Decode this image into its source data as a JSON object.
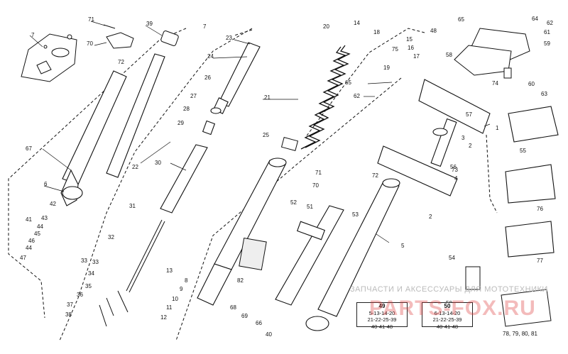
{
  "labels": [
    "1",
    "2",
    "2",
    "3",
    "4",
    "5",
    "6",
    "7",
    "7",
    "8",
    "9",
    "10",
    "11",
    "12",
    "13",
    "14",
    "15",
    "16",
    "17",
    "18",
    "19",
    "20",
    "21",
    "22",
    "23",
    "24",
    "25",
    "26",
    "27",
    "28",
    "29",
    "30",
    "31",
    "32",
    "33",
    "33",
    "34",
    "35",
    "36",
    "37",
    "38",
    "39",
    "40",
    "41",
    "42",
    "43",
    "44",
    "44",
    "45",
    "46",
    "47",
    "48",
    "50",
    "51",
    "52",
    "53",
    "54",
    "55",
    "56",
    "57",
    "58",
    "59",
    "60",
    "61",
    "62",
    "62",
    "63",
    "64",
    "65",
    "65",
    "66",
    "67",
    "68",
    "69",
    "70",
    "70",
    "71",
    "71",
    "72",
    "72",
    "73",
    "74",
    "75",
    "76",
    "77",
    "82",
    "78, 79, 80, 81"
  ],
  "kit_boxes": [
    {
      "head": "49",
      "lines": [
        "5-13-14-20",
        "21-22-25-39",
        "40-41-48"
      ]
    },
    {
      "head": "50",
      "lines": [
        "6-13-14-20",
        "21-22-25-39",
        "40-41-48"
      ]
    }
  ],
  "watermark": {
    "text": "ЗАПЧАСТИ И АКСЕССУАРЫ ДЛЯ МОТОТЕХНИКИ",
    "logo": "PARTS-FOX.RU"
  }
}
